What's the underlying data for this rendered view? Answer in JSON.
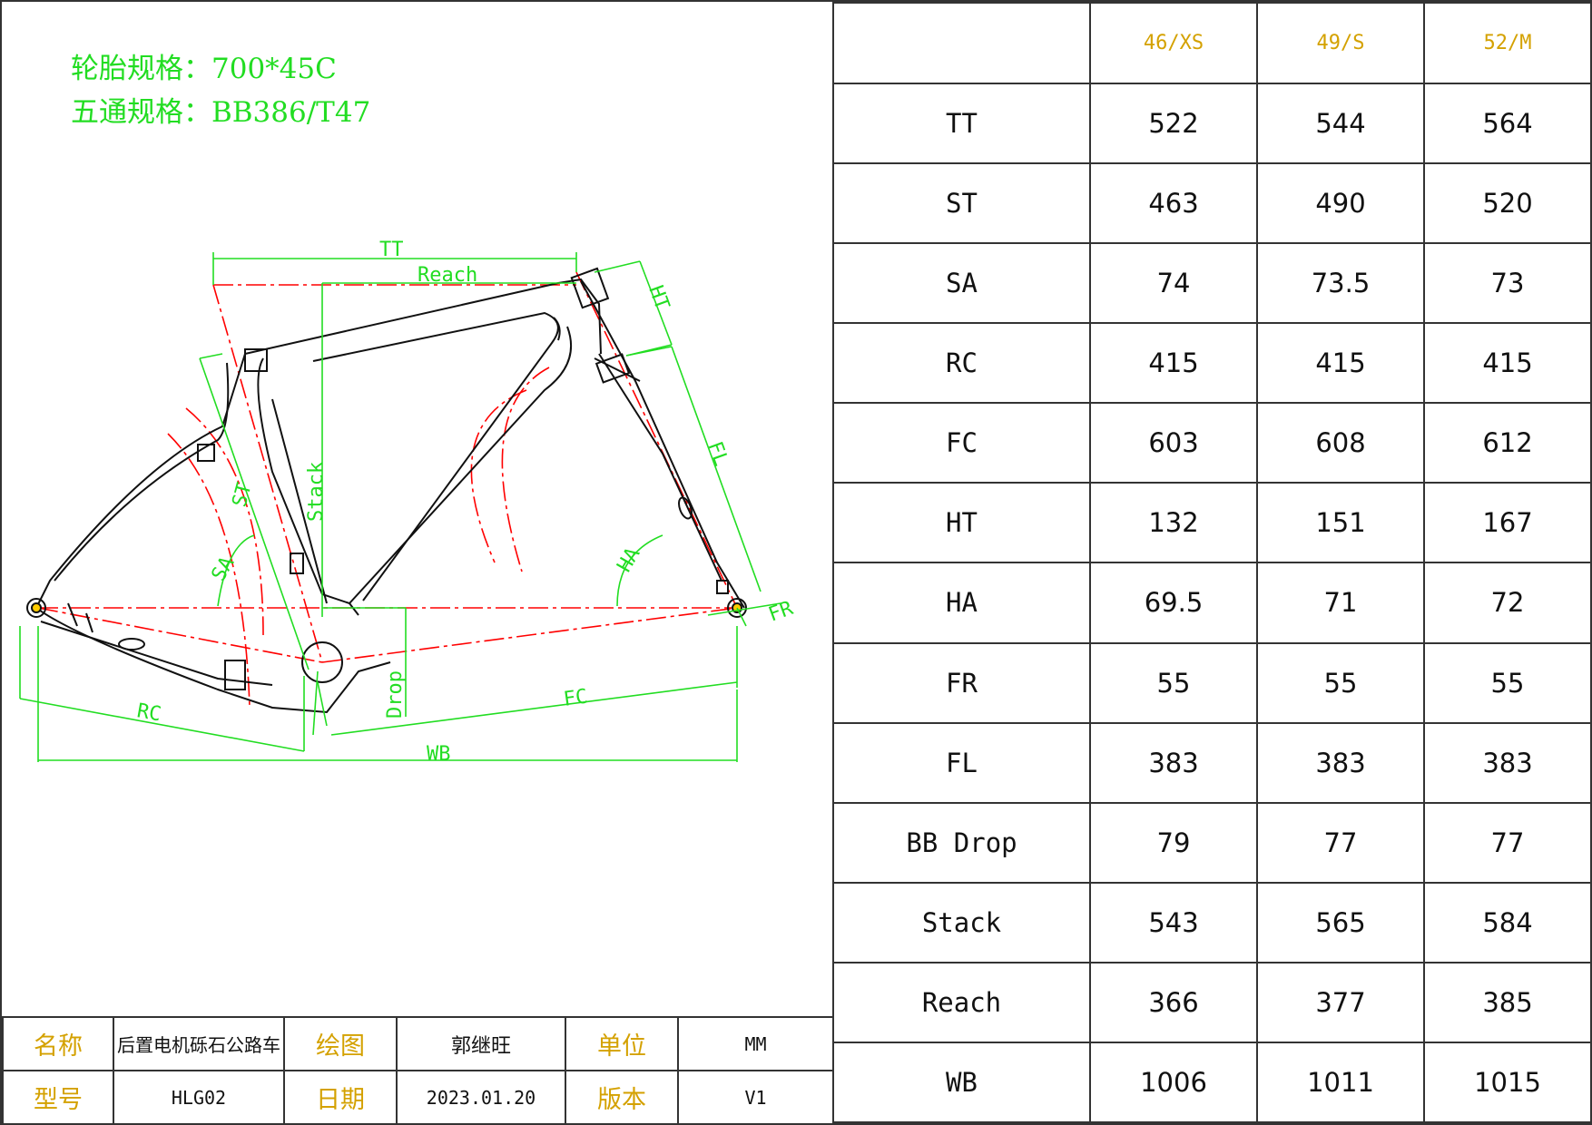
{
  "specs": {
    "tire": "轮胎规格：700*45C",
    "bottom_bracket": "五通规格：BB386/T47"
  },
  "diagram_labels": {
    "tt": "TT",
    "reach": "Reach",
    "ht": "HT",
    "fl": "FL",
    "stack": "Stack",
    "st": "ST",
    "sa": "SA",
    "ha": "HA",
    "fr": "FR",
    "rc": "RC",
    "drop": "Drop",
    "fc": "FC",
    "wb": "WB"
  },
  "geometry_table": {
    "sizes": [
      "46/XS",
      "49/S",
      "52/M"
    ],
    "rows": [
      {
        "label": "TT",
        "values": [
          "522",
          "544",
          "564"
        ]
      },
      {
        "label": "ST",
        "values": [
          "463",
          "490",
          "520"
        ]
      },
      {
        "label": "SA",
        "values": [
          "74",
          "73.5",
          "73"
        ]
      },
      {
        "label": "RC",
        "values": [
          "415",
          "415",
          "415"
        ]
      },
      {
        "label": "FC",
        "values": [
          "603",
          "608",
          "612"
        ]
      },
      {
        "label": "HT",
        "values": [
          "132",
          "151",
          "167"
        ]
      },
      {
        "label": "HA",
        "values": [
          "69.5",
          "71",
          "72"
        ]
      },
      {
        "label": "FR",
        "values": [
          "55",
          "55",
          "55"
        ]
      },
      {
        "label": "FL",
        "values": [
          "383",
          "383",
          "383"
        ]
      },
      {
        "label": "BB Drop",
        "values": [
          "79",
          "77",
          "77"
        ]
      },
      {
        "label": "Stack",
        "values": [
          "543",
          "565",
          "584"
        ]
      },
      {
        "label": "Reach",
        "values": [
          "366",
          "377",
          "385"
        ]
      },
      {
        "label": "WB",
        "values": [
          "1006",
          "1011",
          "1015"
        ]
      }
    ]
  },
  "title_block": {
    "name_label": "名称",
    "name_value": "后置电机砾石公路车",
    "drawn_label": "绘图",
    "drawn_value": "郭继旺",
    "unit_label": "单位",
    "unit_value": "MM",
    "model_label": "型号",
    "model_value": "HLG02",
    "date_label": "日期",
    "date_value": "2023.01.20",
    "version_label": "版本",
    "version_value": "V1"
  },
  "colors": {
    "dimension": "#22dd22",
    "centerline": "#ff0000",
    "frame": "#111111",
    "label_gold": "#d4a100"
  }
}
